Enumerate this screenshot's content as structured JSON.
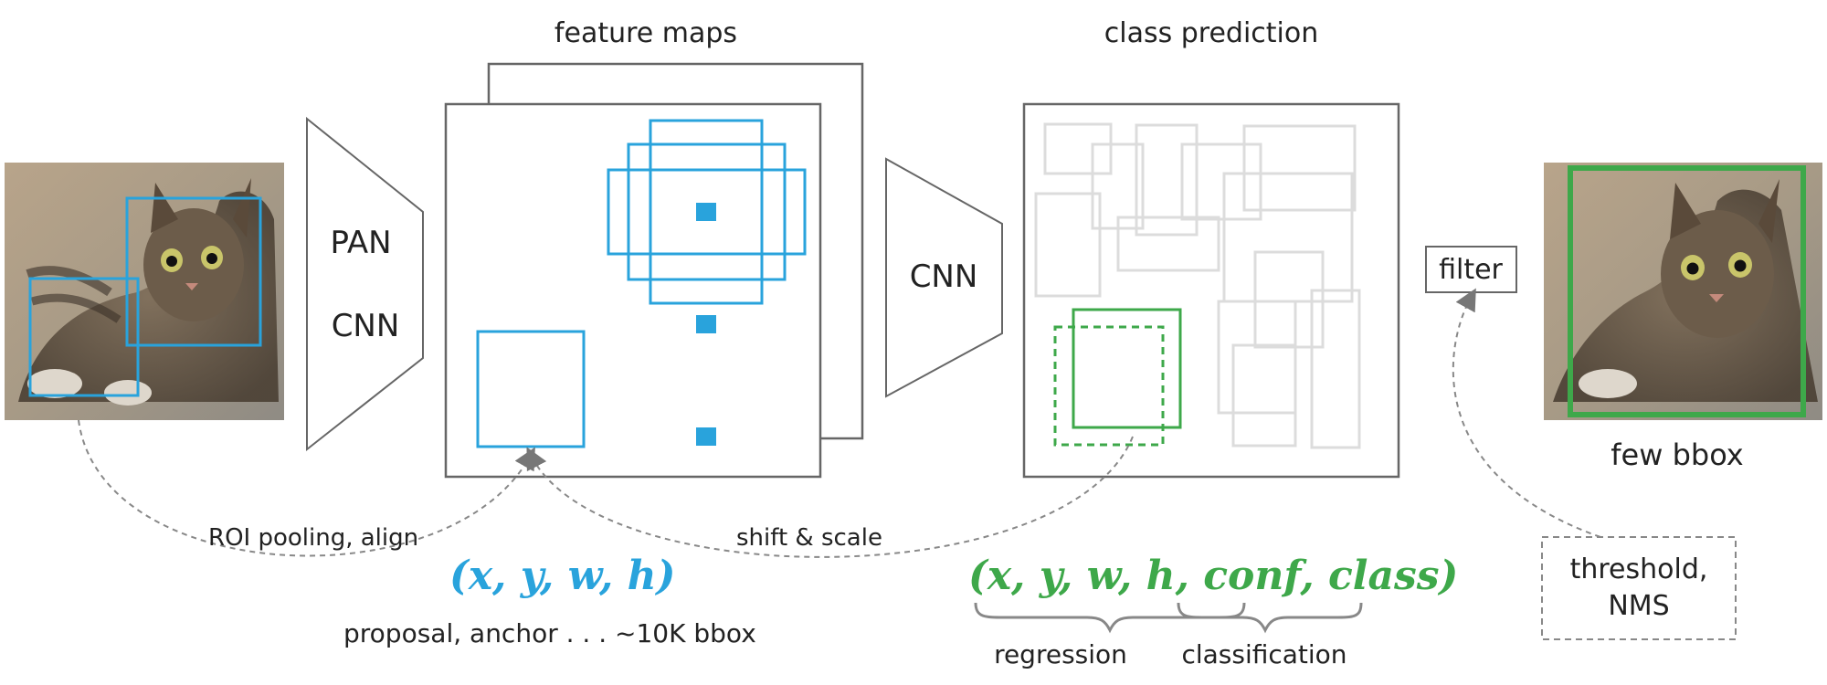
{
  "titles": {
    "feature_maps": "feature maps",
    "class_prediction": "class prediction"
  },
  "blocks": {
    "pan": "PAN",
    "cnn_left": "CNN",
    "cnn_mid": "CNN",
    "filter": "filter"
  },
  "labels": {
    "roi": "ROI pooling, align",
    "shift": "shift & scale",
    "proposal": "proposal, anchor . . . ~10K bbox",
    "regression": "regression",
    "classification": "classification",
    "few_bbox": "few bbox",
    "threshold_1": "threshold,",
    "threshold_2": "NMS"
  },
  "formulas": {
    "blue": "(x, y, w, h)",
    "green": "(x, y, w, h, conf, class)"
  },
  "colors": {
    "blue": "#29a3dc",
    "green": "#3ea84a",
    "gray": "#666666",
    "light_gray": "#d9d9d9"
  }
}
